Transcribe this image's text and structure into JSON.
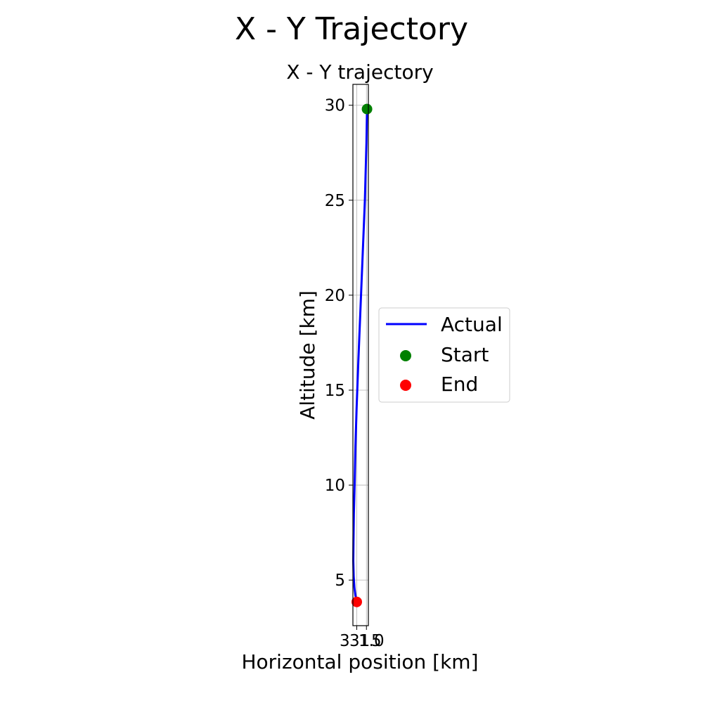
{
  "figure": {
    "suptitle": "X - Y Trajectory"
  },
  "chart_data": {
    "type": "line",
    "title": "X - Y trajectory",
    "xlabel": "Horizontal position [km]",
    "ylabel": "Altitude [km]",
    "xlim": [
      309.8,
      310.6
    ],
    "ylim": [
      2.6,
      31.1
    ],
    "x_tick_labels": [
      "3",
      "31",
      "1.0",
      "5"
    ],
    "yticks": [
      5,
      10,
      15,
      20,
      25,
      30
    ],
    "grid": true,
    "legend_position": "center-right",
    "series": [
      {
        "name": "Actual",
        "color": "#0000ff",
        "x": [
          310.53,
          310.5,
          310.42,
          310.3,
          310.18,
          310.08,
          309.99,
          309.93,
          309.89,
          309.85,
          309.83,
          309.82,
          309.84,
          309.88,
          309.93,
          310.0
        ],
        "y": [
          29.8,
          28.0,
          25.0,
          22.0,
          19.0,
          16.5,
          14.0,
          12.0,
          10.0,
          8.5,
          7.0,
          6.0,
          5.2,
          4.6,
          4.2,
          3.85
        ]
      }
    ],
    "markers": [
      {
        "name": "Start",
        "color": "#008000",
        "x": 310.53,
        "y": 29.8
      },
      {
        "name": "End",
        "color": "#ff0000",
        "x": 310.0,
        "y": 3.85
      }
    ]
  }
}
